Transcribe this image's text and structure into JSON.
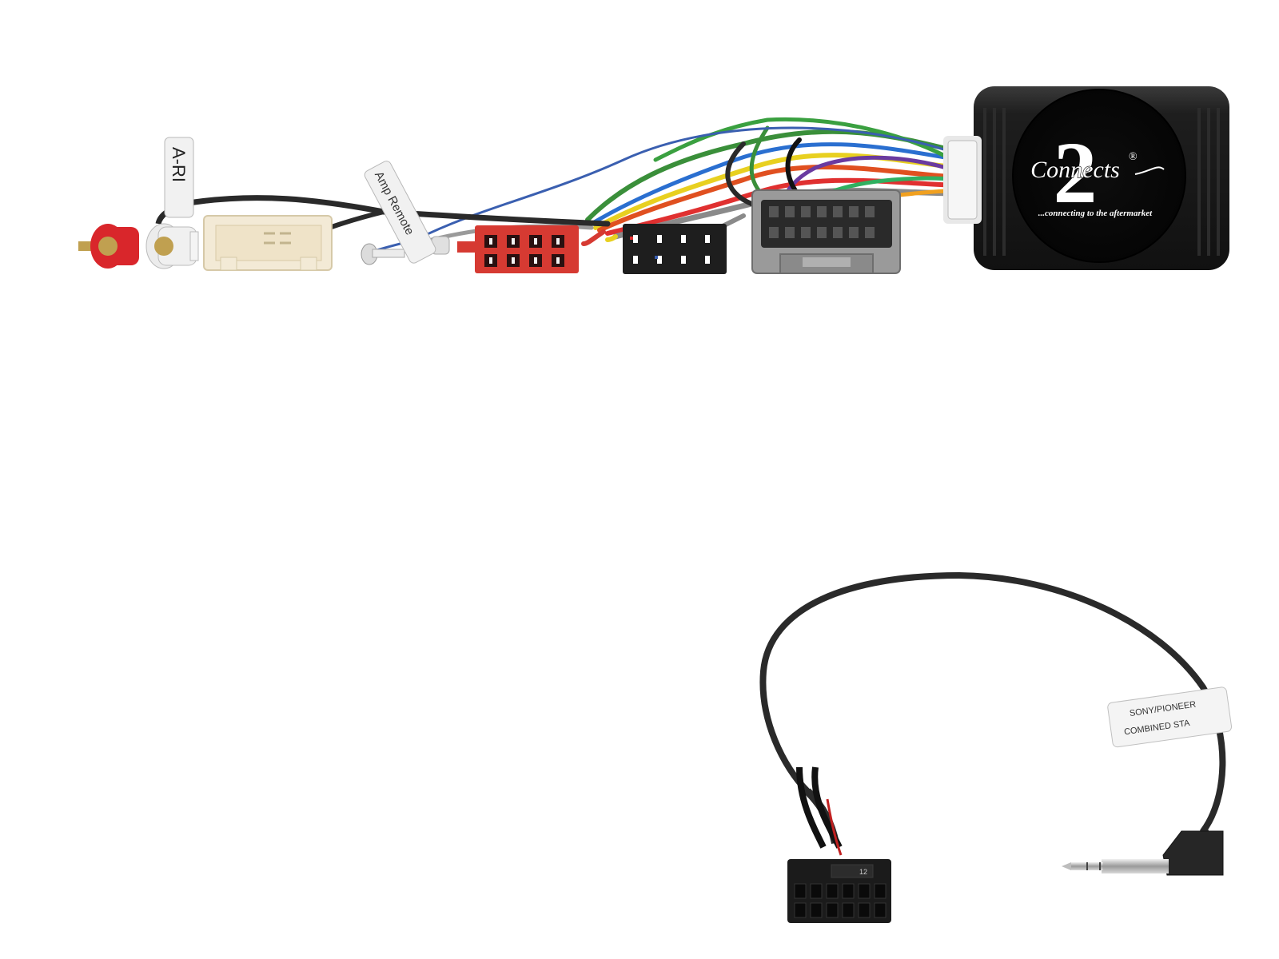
{
  "labels": {
    "rca_tag": "A-RI",
    "amp_tag": "Amp Remote",
    "module_brand_script": "Connects",
    "module_brand_numeral": "2",
    "module_registered": "®",
    "module_tagline": "...connecting to the aftermarket",
    "lead_tag_line1": "SONY/PIONEER",
    "lead_tag_line2": "COMBINED STA",
    "plug_pin_label": "12"
  },
  "colors": {
    "module_body": "#1c1c1c",
    "iso_power_red": "#d63a32",
    "iso_speaker_black": "#1e1e1e",
    "vehicle_plug_grey": "#9a9a9a",
    "rca_red": "#d9262b",
    "cream_plug": "#f3ead6",
    "cable": "#2a2a2a"
  },
  "icons": [
    "rca-plug-icon",
    "iso-connector-icon",
    "jack-plug-icon",
    "multipin-plug-icon",
    "interface-module-icon"
  ]
}
